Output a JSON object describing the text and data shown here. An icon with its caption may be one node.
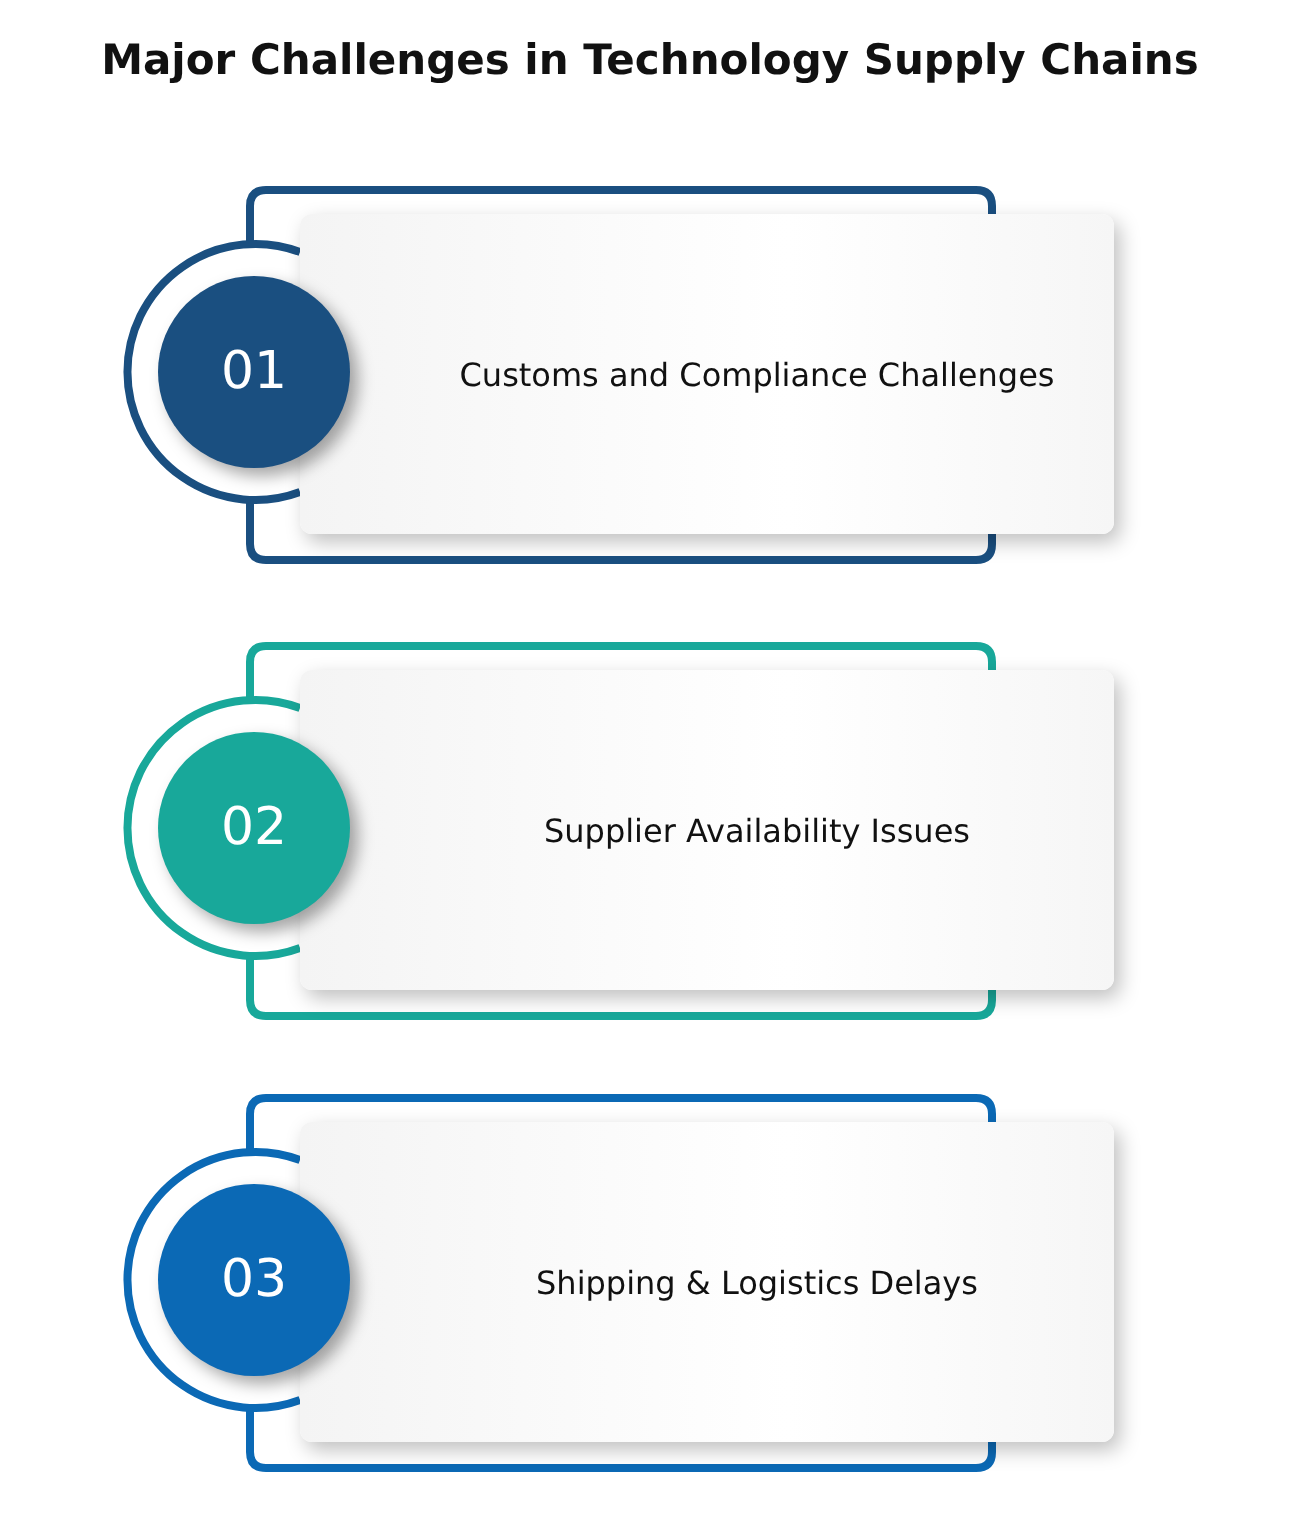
{
  "diagram": {
    "title": "Major Challenges in Technology Supply Chains",
    "nodes": [
      {
        "text": [
          "01"
        ]
      },
      {
        "text": [
          "Customs and Compliance Challenges"
        ]
      },
      {
        "text": [
          "02"
        ]
      },
      {
        "text": [
          "Supplier Availability Issues"
        ]
      },
      {
        "text": [
          "03"
        ]
      },
      {
        "text": [
          "Shipping & Logistics Delays"
        ]
      }
    ]
  }
}
